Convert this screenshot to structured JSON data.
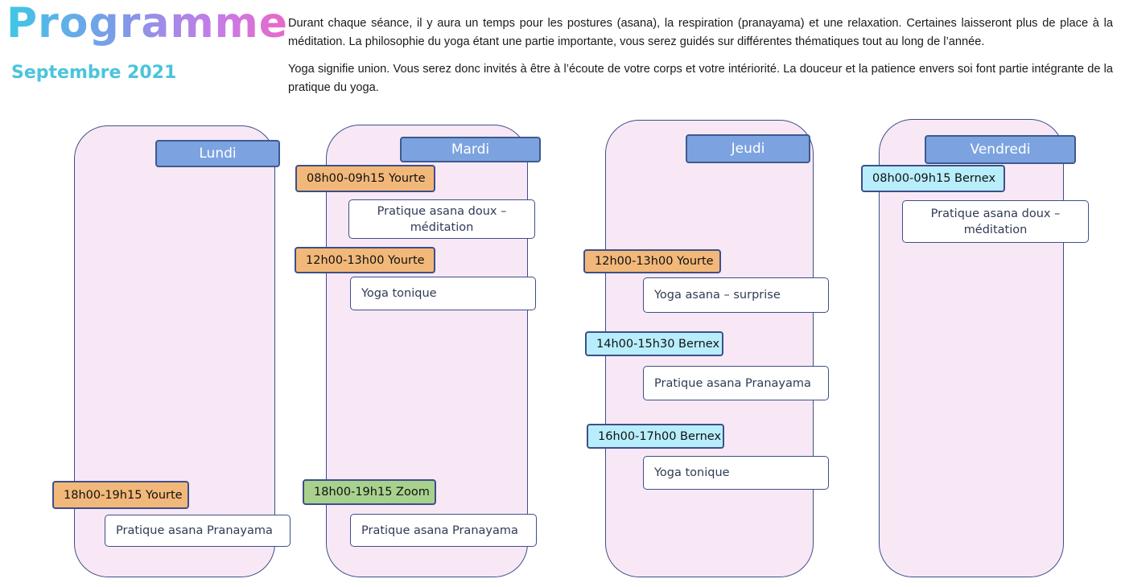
{
  "header": {
    "title": "Programme",
    "subtitle": "Septembre 2021"
  },
  "intro": {
    "paragraph1": "Durant chaque séance, il y aura un temps pour les postures (asana), la respiration (pranayama) et une relaxation. Certaines laisseront plus de place à la méditation. La philosophie du yoga étant une partie importante, vous serez guidés sur différentes thématiques tout au long de l’année.",
    "paragraph2": "Yoga signifie union. Vous serez donc invités à être à l’écoute de votre corps et votre intériorité. La douceur et la patience envers soi font partie intégrante de la pratique du yoga."
  },
  "colors": {
    "column_bg": "#f8e8f6",
    "day_label": "#7ca3e0",
    "slot_yourte": "#f2b87a",
    "slot_bernex": "#b8eefc",
    "slot_zoom": "#a8d18d",
    "title_gradient": [
      "#3ec7e6",
      "#e869c8"
    ],
    "subtitle": "#4bc4dc"
  },
  "days": {
    "lundi": {
      "label": "Lundi",
      "sessions": [
        {
          "time": "18h00-19h15 Yourte",
          "activity": "Pratique asana Pranayama"
        }
      ]
    },
    "mardi": {
      "label": "Mardi",
      "sessions": [
        {
          "time": "08h00-09h15 Yourte",
          "activity": "Pratique asana doux – méditation"
        },
        {
          "time": "12h00-13h00 Yourte",
          "activity": "Yoga tonique"
        },
        {
          "time": "18h00-19h15 Zoom",
          "activity": "Pratique asana Pranayama"
        }
      ]
    },
    "jeudi": {
      "label": "Jeudi",
      "sessions": [
        {
          "time": "12h00-13h00 Yourte",
          "activity": "Yoga asana – surprise"
        },
        {
          "time": "14h00-15h30 Bernex",
          "activity": "Pratique asana Pranayama"
        },
        {
          "time": "16h00-17h00 Bernex",
          "activity": "Yoga tonique"
        }
      ]
    },
    "vendredi": {
      "label": "Vendredi",
      "sessions": [
        {
          "time": "08h00-09h15 Bernex",
          "activity": "Pratique asana doux – méditation"
        }
      ]
    }
  }
}
